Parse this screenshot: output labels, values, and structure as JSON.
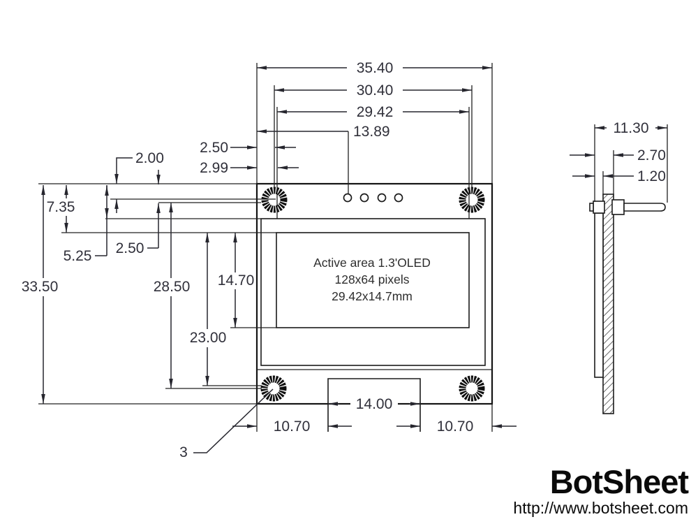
{
  "dims": {
    "total_width": "35.40",
    "hole_span_width": "30.40",
    "active_width": "29.42",
    "pin_offset": "13.89",
    "edge_to_hole": "2.50",
    "edge_to_active": "2.99",
    "top_to_pin_row": "2.00",
    "top_to_active": "7.35",
    "pin_row_to_active": "5.25",
    "top_to_pin_bottom": "2.50",
    "total_height": "33.50",
    "hole_span_height": "28.50",
    "active_height": "14.70",
    "active_to_bottom": "23.00",
    "bottom_left_offset": "10.70",
    "bottom_center_width": "14.00",
    "bottom_right_offset": "10.70",
    "hole_diameter": "3",
    "side_width": "11.30",
    "side_total_thickness": "2.70",
    "side_glass_thickness": "1.20"
  },
  "screen": {
    "line1": "Active area 1.3'OLED",
    "line2": "128x64 pixels",
    "line3": "29.42x14.7mm"
  },
  "brand": {
    "name": "BotSheet",
    "url": "http://www.botsheet.com"
  }
}
